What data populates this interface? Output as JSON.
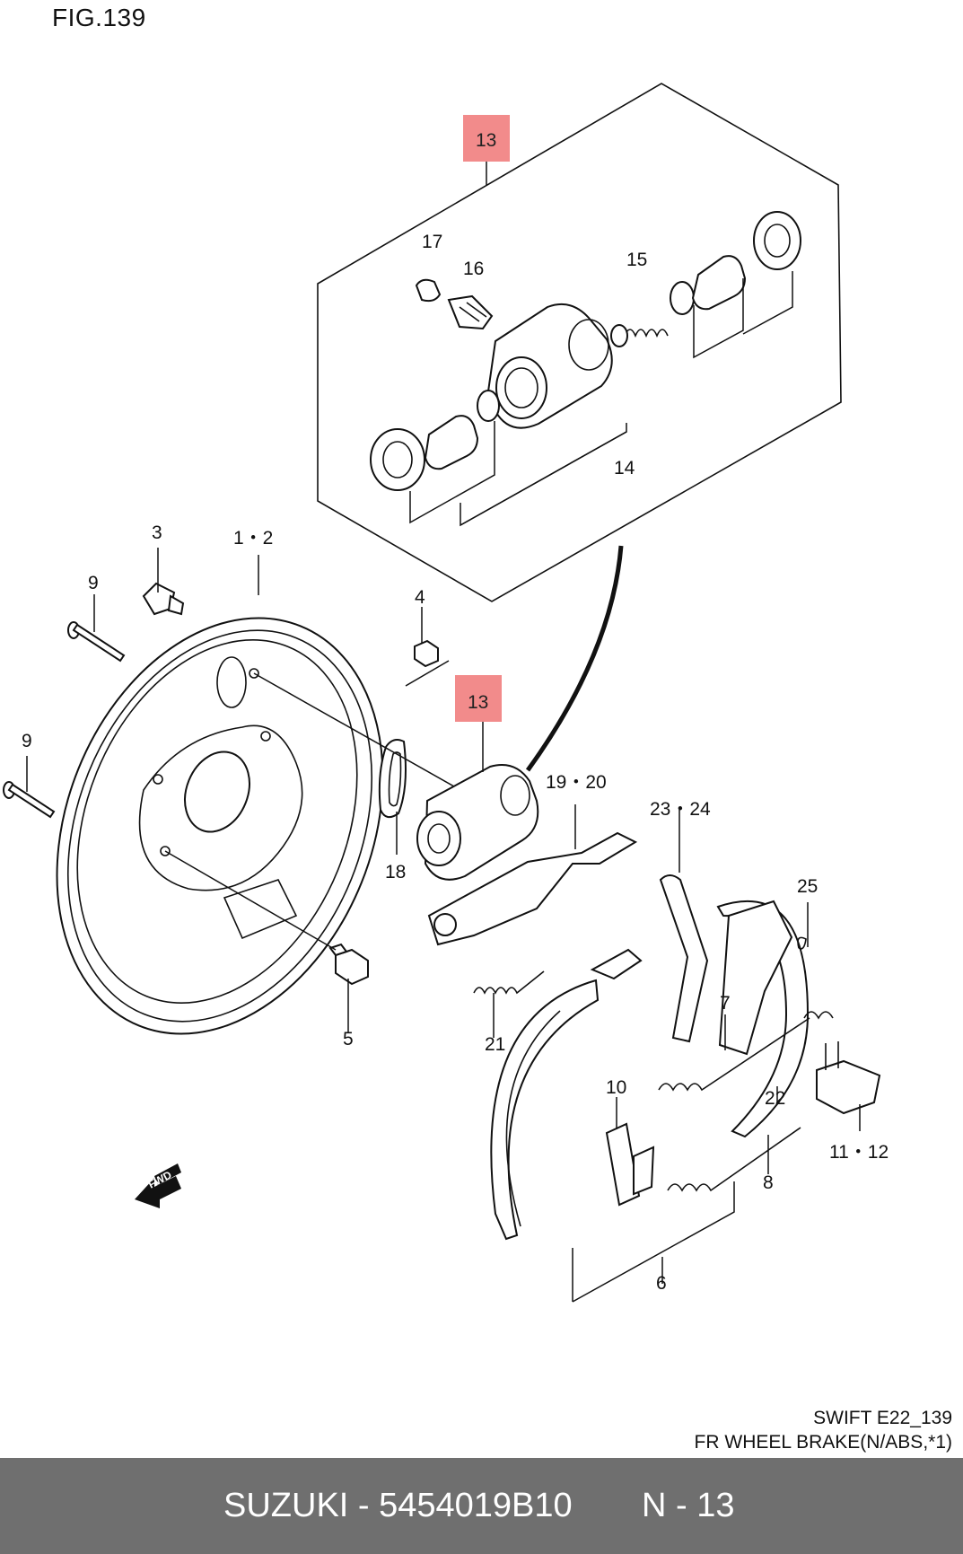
{
  "figure": {
    "title": "FIG.139"
  },
  "callouts": [
    {
      "id": "13-upper",
      "text": "13",
      "highlight": true
    },
    {
      "id": "17",
      "text": "17"
    },
    {
      "id": "16",
      "text": "16"
    },
    {
      "id": "15",
      "text": "15"
    },
    {
      "id": "14",
      "text": "14"
    },
    {
      "id": "3",
      "text": "3"
    },
    {
      "id": "1-2",
      "text": "1・2"
    },
    {
      "id": "9-upper",
      "text": "9"
    },
    {
      "id": "9-lower",
      "text": "9"
    },
    {
      "id": "4",
      "text": "4"
    },
    {
      "id": "13-lower",
      "text": "13",
      "highlight": true
    },
    {
      "id": "19-20",
      "text": "19・20"
    },
    {
      "id": "23-24",
      "text": "23・24"
    },
    {
      "id": "18",
      "text": "18"
    },
    {
      "id": "25",
      "text": "25"
    },
    {
      "id": "5",
      "text": "5"
    },
    {
      "id": "21",
      "text": "21"
    },
    {
      "id": "7",
      "text": "7"
    },
    {
      "id": "10",
      "text": "10"
    },
    {
      "id": "22",
      "text": "22"
    },
    {
      "id": "11-12",
      "text": "11・12"
    },
    {
      "id": "8",
      "text": "8"
    },
    {
      "id": "6",
      "text": "6"
    }
  ],
  "fwd_badge": "FWD",
  "caption": {
    "model": "SWIFT E22_139",
    "section": "FR WHEEL BRAKE(N/ABS,*1)"
  },
  "footer": {
    "part_line": "SUZUKI - 5454019B10",
    "ref": "N - 13"
  },
  "colors": {
    "highlight": "#f28b8b",
    "footer_bg": "#6f6f6f",
    "line": "#111111"
  }
}
